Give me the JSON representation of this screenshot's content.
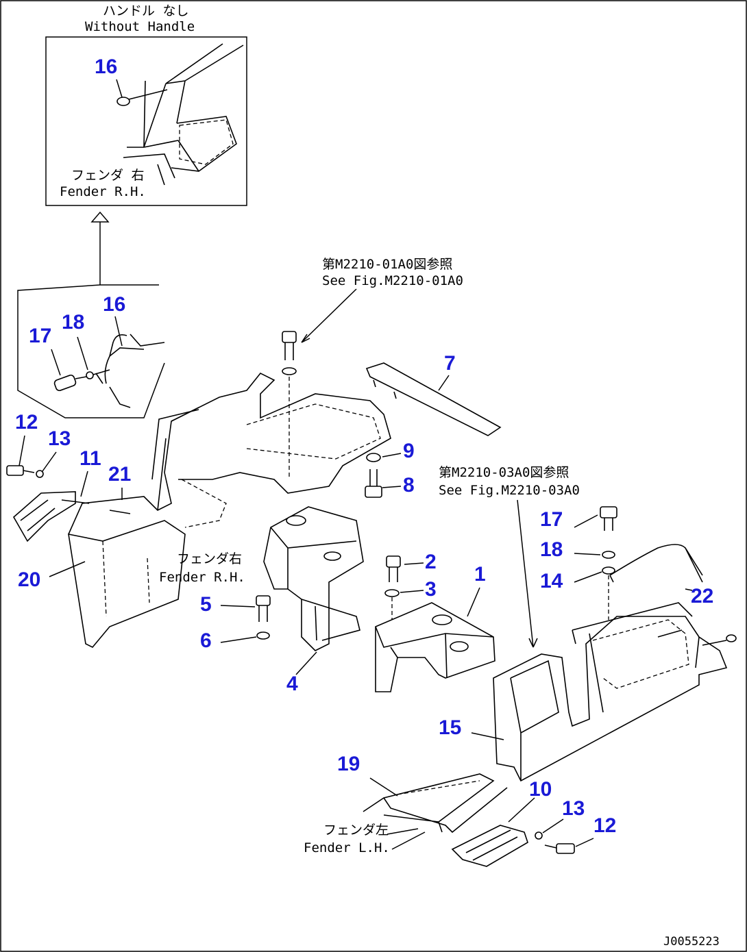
{
  "inset": {
    "title_jp": "ハンドル なし",
    "title_en": "Without Handle",
    "fender_jp": "フェンダ 右",
    "fender_en": "Fender R.H."
  },
  "references": {
    "ref1_jp": "第M2210-01A0図参照",
    "ref1_en": "See Fig.M2210-01A0",
    "ref2_jp": "第M2210-03A0図参照",
    "ref2_en": "See Fig.M2210-03A0"
  },
  "labels": {
    "fender_rh_jp": "フェンダ右",
    "fender_rh_en": "Fender R.H.",
    "fender_lh_jp": "フェンダ左",
    "fender_lh_en": "Fender L.H."
  },
  "footer": {
    "code": "J0055223"
  },
  "callouts": [
    "16",
    "16",
    "17",
    "18",
    "12",
    "13",
    "11",
    "21",
    "20",
    "7",
    "9",
    "8",
    "2",
    "3",
    "1",
    "5",
    "6",
    "4",
    "17",
    "18",
    "14",
    "22",
    "15",
    "19",
    "10",
    "13",
    "12"
  ]
}
